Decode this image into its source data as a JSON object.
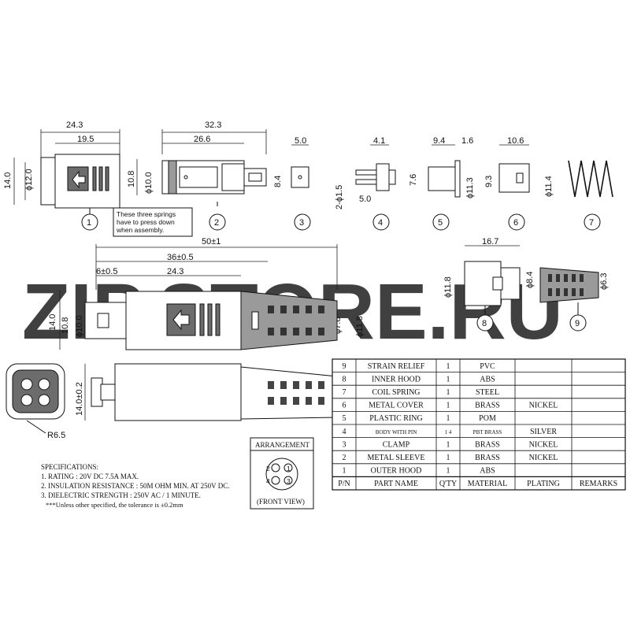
{
  "watermark": {
    "part1": "ZIP",
    "part2": "STORE.RU",
    "color1": "#f0a040",
    "color2": "#c8c8c8"
  },
  "views": {
    "v1": {
      "label": "1",
      "width": "24.3",
      "width_inner": "19.5",
      "height": "14.0",
      "diameter": "ϕ12.0"
    },
    "v2": {
      "label": "2",
      "width": "32.3",
      "width_inner": "26.6",
      "height": "10.8",
      "diameter": "ϕ10.0",
      "note": [
        "These three springs",
        "have to press down",
        "when assembly."
      ]
    },
    "v3": {
      "label": "3",
      "width": "5.0",
      "height": "8.4"
    },
    "v4": {
      "label": "4",
      "width": "4.1",
      "pin": "2-ϕ1.5",
      "width2": "5.0"
    },
    "v5": {
      "label": "5",
      "w1": "9.4",
      "w2": "1.6",
      "height": "7.6",
      "diameter": "ϕ11.3"
    },
    "v6": {
      "label": "6",
      "width": "10.6",
      "height": "9.3"
    },
    "v7": {
      "label": "7",
      "diameter": "ϕ11.4"
    },
    "v8": {
      "label": "8",
      "width": "16.7",
      "diameter": "ϕ11.8",
      "diameter2": "ϕ8.4"
    },
    "v9": {
      "label": "9",
      "diameter": "ϕ6.3"
    }
  },
  "assembly": {
    "total": "50±1",
    "mid": "36±0.5",
    "left": "6±0.5",
    "inner": "24.3",
    "height": "14.0",
    "h2": "10.8",
    "d1": "ϕ10.0",
    "d2": "ϕ7.8",
    "d3": "ϕ11.8",
    "bottom_height": "14.0±0.2",
    "radius": "R6.5"
  },
  "arrangement": {
    "title": "ARRANGEMENT",
    "caption": "(FRONT VIEW)",
    "pins": [
      "2",
      "1",
      "4",
      "3"
    ]
  },
  "specifications": {
    "title": "SPECIFICATIONS:",
    "lines": [
      "1. RATING  : 20V DC 7.5A MAX.",
      "2. INSULATION RESISTANCE : 50M OHM MIN. AT 250V DC.",
      "3. DIELECTRIC STRENGTH : 250V AC / 1 MINUTE.",
      "***Unless other specified, the tolerance is ±0.2mm"
    ]
  },
  "bom": {
    "headers": [
      "P/N",
      "PART  NAME",
      "Q'TY",
      "MATERIAL",
      "PLATING",
      "REMARKS"
    ],
    "rows": [
      [
        "9",
        "STRAIN RELIEF",
        "1",
        "PVC",
        "",
        ""
      ],
      [
        "8",
        "INNER HOOD",
        "1",
        "ABS",
        "",
        ""
      ],
      [
        "7",
        "COIL SPRING",
        "1",
        "STEEL",
        "",
        ""
      ],
      [
        "6",
        "METAL COVER",
        "1",
        "BRASS",
        "NICKEL",
        ""
      ],
      [
        "5",
        "PLASTIC RING",
        "1",
        "POM",
        "",
        ""
      ],
      [
        "4",
        "BODY WITH PIN",
        "1 4",
        "PBT BRASS",
        "SILVER",
        ""
      ],
      [
        "3",
        "CLAMP",
        "1",
        "BRASS",
        "NICKEL",
        ""
      ],
      [
        "2",
        "METAL SLEEVE",
        "1",
        "BRASS",
        "NICKEL",
        ""
      ],
      [
        "1",
        "OUTER HOOD",
        "1",
        "ABS",
        "",
        ""
      ]
    ]
  }
}
